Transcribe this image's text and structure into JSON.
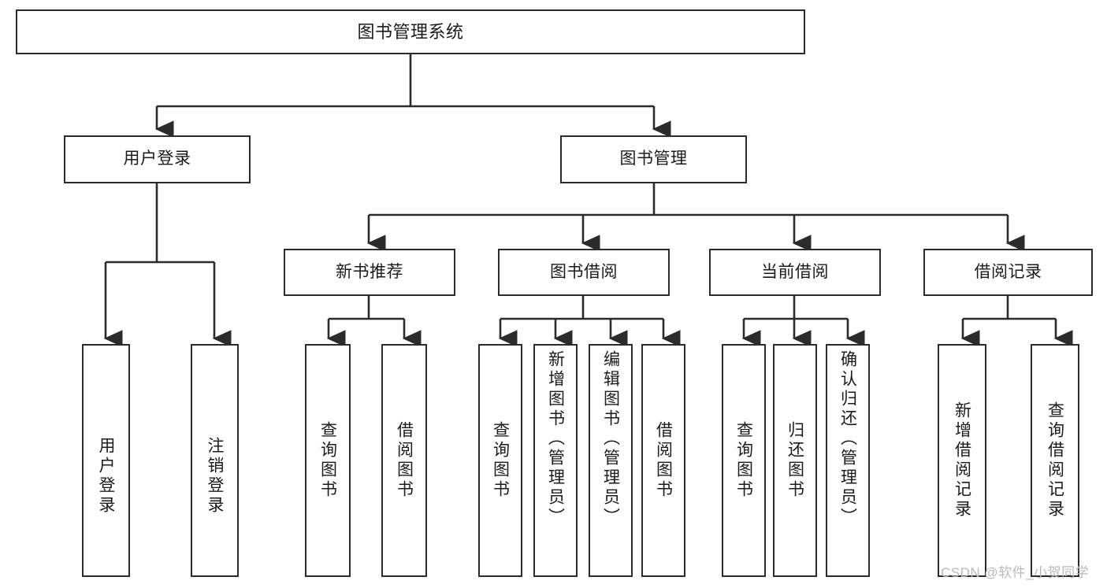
{
  "diagram": {
    "title": "图书管理系统",
    "type": "tree-hierarchy",
    "stroke_color": "#2b2b2b",
    "fill_color": "#ffffff",
    "text_color": "#1b1b1b"
  },
  "nodes": {
    "root": {
      "label": "图书管理系统"
    },
    "level1": [
      {
        "label": "用户登录"
      },
      {
        "label": "图书管理"
      }
    ],
    "level2": [
      {
        "label": "新书推荐"
      },
      {
        "label": "图书借阅"
      },
      {
        "label": "当前借阅"
      },
      {
        "label": "借阅记录"
      }
    ],
    "leaves_user_login": [
      {
        "label": "用户登录"
      },
      {
        "label": "注销登录"
      }
    ],
    "leaves_new_books": [
      {
        "label": "查询图书"
      },
      {
        "label": "借阅图书"
      }
    ],
    "leaves_borrow": [
      {
        "label": "查询图书"
      },
      {
        "label": "新增图书（管理员）"
      },
      {
        "label": "编辑图书（管理员）"
      },
      {
        "label": "借阅图书"
      }
    ],
    "leaves_current": [
      {
        "label": "查询图书"
      },
      {
        "label": "归还图书"
      },
      {
        "label": "确认归还（管理员）"
      }
    ],
    "leaves_records": [
      {
        "label": "新增借阅记录"
      },
      {
        "label": "查询借阅记录"
      }
    ]
  },
  "watermark": {
    "text": "CSDN @软件_小贺同学"
  }
}
